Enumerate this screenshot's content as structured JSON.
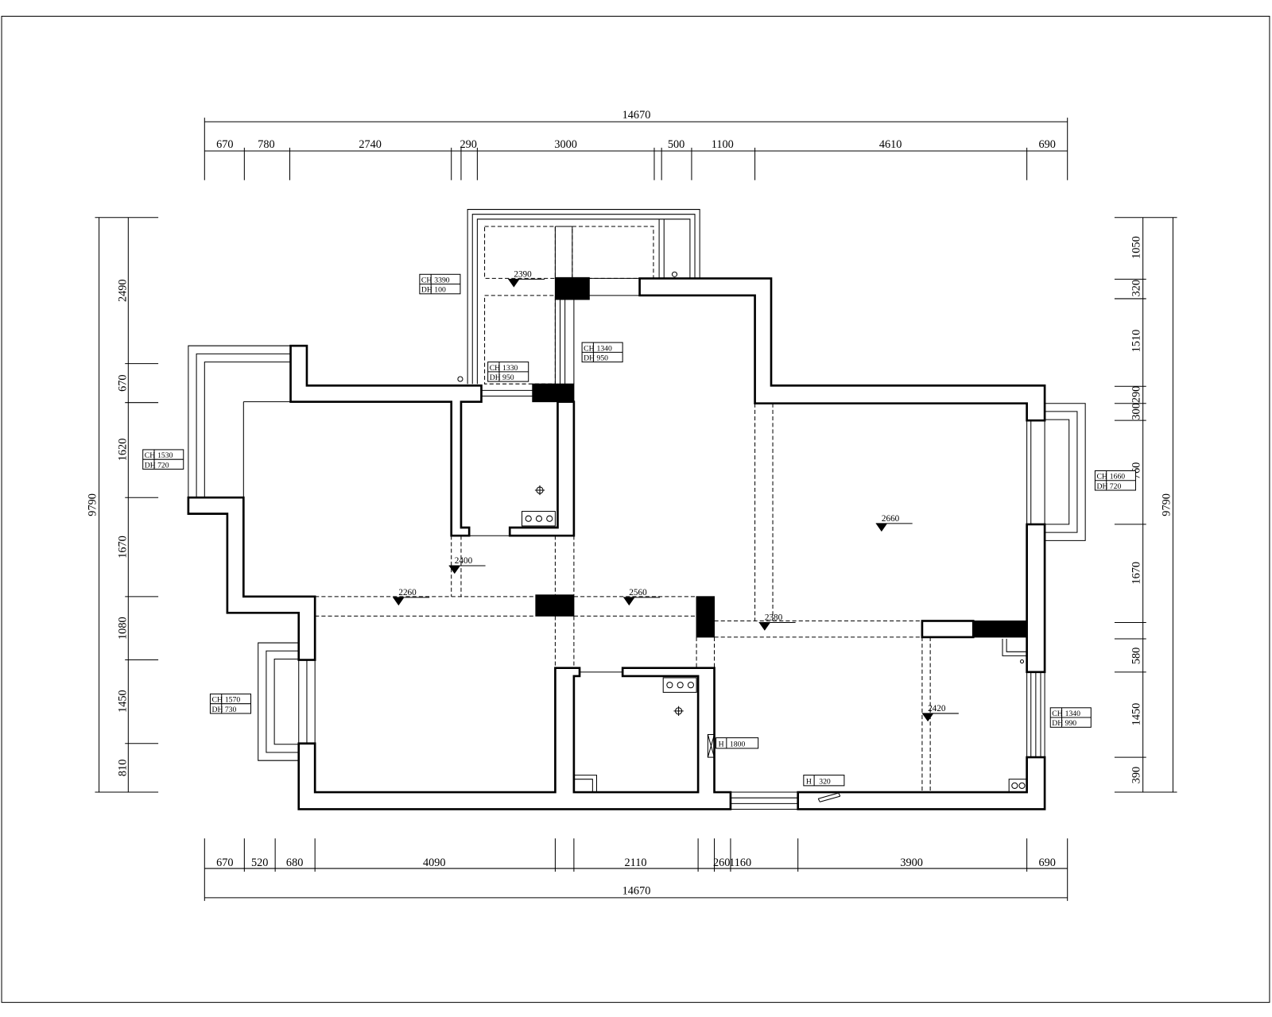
{
  "colors": {
    "line": "#000000",
    "background": "#ffffff"
  },
  "dimensions": {
    "top_overall": "14670",
    "top": [
      "670",
      "780",
      "2740",
      "290",
      "3000",
      "500",
      "1100",
      "4610",
      "690"
    ],
    "bottom_overall": "14670",
    "bottom": [
      "670",
      "520",
      "680",
      "4090",
      "2110",
      "260",
      "1160",
      "3900",
      "690"
    ],
    "left_overall": "9790",
    "left": [
      "2490",
      "670",
      "1620",
      "1670",
      "1080",
      "1450",
      "810"
    ],
    "right_overall": "9790",
    "right": [
      "1050",
      "320",
      "1510",
      "290",
      "300",
      "760",
      "1670",
      "580",
      "1450",
      "390"
    ]
  },
  "window_tags": [
    {
      "ch_label": "CH",
      "ch": "3390",
      "dh_label": "DH",
      "dh": "100"
    },
    {
      "ch_label": "CH",
      "ch": "1340",
      "dh_label": "DH",
      "dh": "950"
    },
    {
      "ch_label": "CH",
      "ch": "1330",
      "dh_label": "DH",
      "dh": "950"
    },
    {
      "ch_label": "CH",
      "ch": "1530",
      "dh_label": "DH",
      "dh": "720"
    },
    {
      "ch_label": "CH",
      "ch": "1660",
      "dh_label": "DH",
      "dh": "720"
    },
    {
      "ch_label": "CH",
      "ch": "1570",
      "dh_label": "DH",
      "dh": "730"
    },
    {
      "ch_label": "CH",
      "ch": "1340",
      "dh_label": "DH",
      "dh": "990"
    }
  ],
  "height_tags": [
    {
      "label": "H",
      "value": "1800"
    },
    {
      "label": "H",
      "value": "320"
    }
  ],
  "levels": [
    "2390",
    "2660",
    "2400",
    "2260",
    "2560",
    "2380",
    "2420"
  ]
}
